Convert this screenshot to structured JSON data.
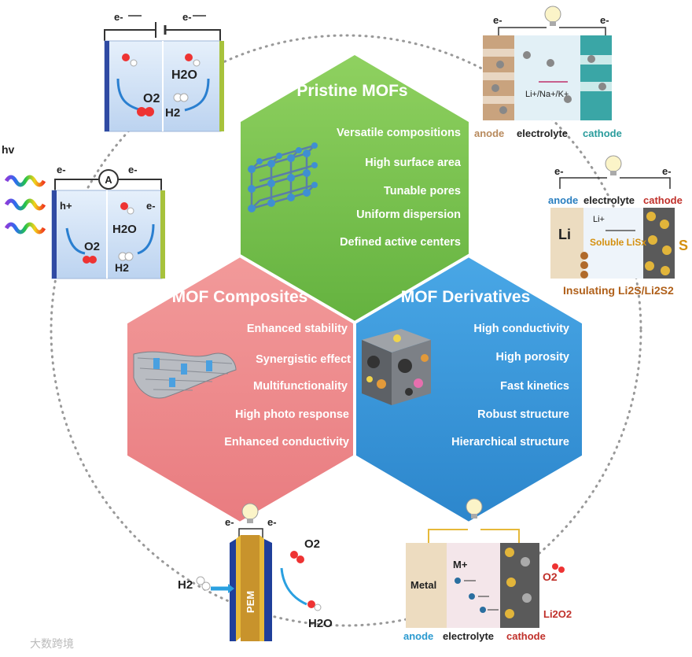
{
  "hexagons": {
    "pristine": {
      "title": "Pristine MOFs",
      "items": [
        "Versatile compositions",
        "High surface area",
        "Tunable pores",
        "Uniform dispersion",
        "Defined active centers"
      ],
      "color": "#7cc552"
    },
    "composites": {
      "title": "MOF Composites",
      "items": [
        "Enhanced stability",
        "Synergistic effect",
        "Multifunctionality",
        "High photo response",
        "Enhanced conductivity"
      ],
      "color": "#ee8a8c"
    },
    "derivatives": {
      "title": "MOF Derivatives",
      "items": [
        "High conductivity",
        "High porosity",
        "Fast kinetics",
        "Robust structure",
        "Hierarchical structure"
      ],
      "color": "#3a9ad9"
    }
  },
  "electrolysis_cell": {
    "e_left": "e-",
    "e_right": "e-",
    "o2": "O2",
    "h2o": "H2O",
    "h2": "H2"
  },
  "photo_cell": {
    "hv": "hv",
    "e_left": "e-",
    "e_right": "e-",
    "ammeter": "A",
    "h_plus": "h+",
    "e_minus": "e-",
    "o2": "O2",
    "h2o": "H2O",
    "h2": "H2"
  },
  "ion_battery": {
    "e_left": "e-",
    "e_right": "e-",
    "ions": "Li+/Na+/K+",
    "anode": "anode",
    "electrolyte": "electrolyte",
    "cathode": "cathode"
  },
  "lis_battery": {
    "e_left": "e-",
    "e_right": "e-",
    "anode": "anode",
    "electrolyte": "electrolyte",
    "cathode": "cathode",
    "li": "Li",
    "li_plus": "Li+",
    "soluble": "Soluble LiSx",
    "s": "S",
    "insulating": "Insulating Li2S/Li2S2"
  },
  "fuel_cell": {
    "e_left": "e-",
    "e_right": "e-",
    "pem": "PEM",
    "h2": "H2",
    "o2": "O2",
    "h2o": "H2O"
  },
  "metal_air": {
    "metal": "Metal",
    "m_plus": "M+",
    "o2": "O2",
    "li2o2": "Li2O2",
    "anode": "anode",
    "electrolyte": "electrolyte",
    "cathode": "cathode"
  },
  "watermark": "大数跨境"
}
